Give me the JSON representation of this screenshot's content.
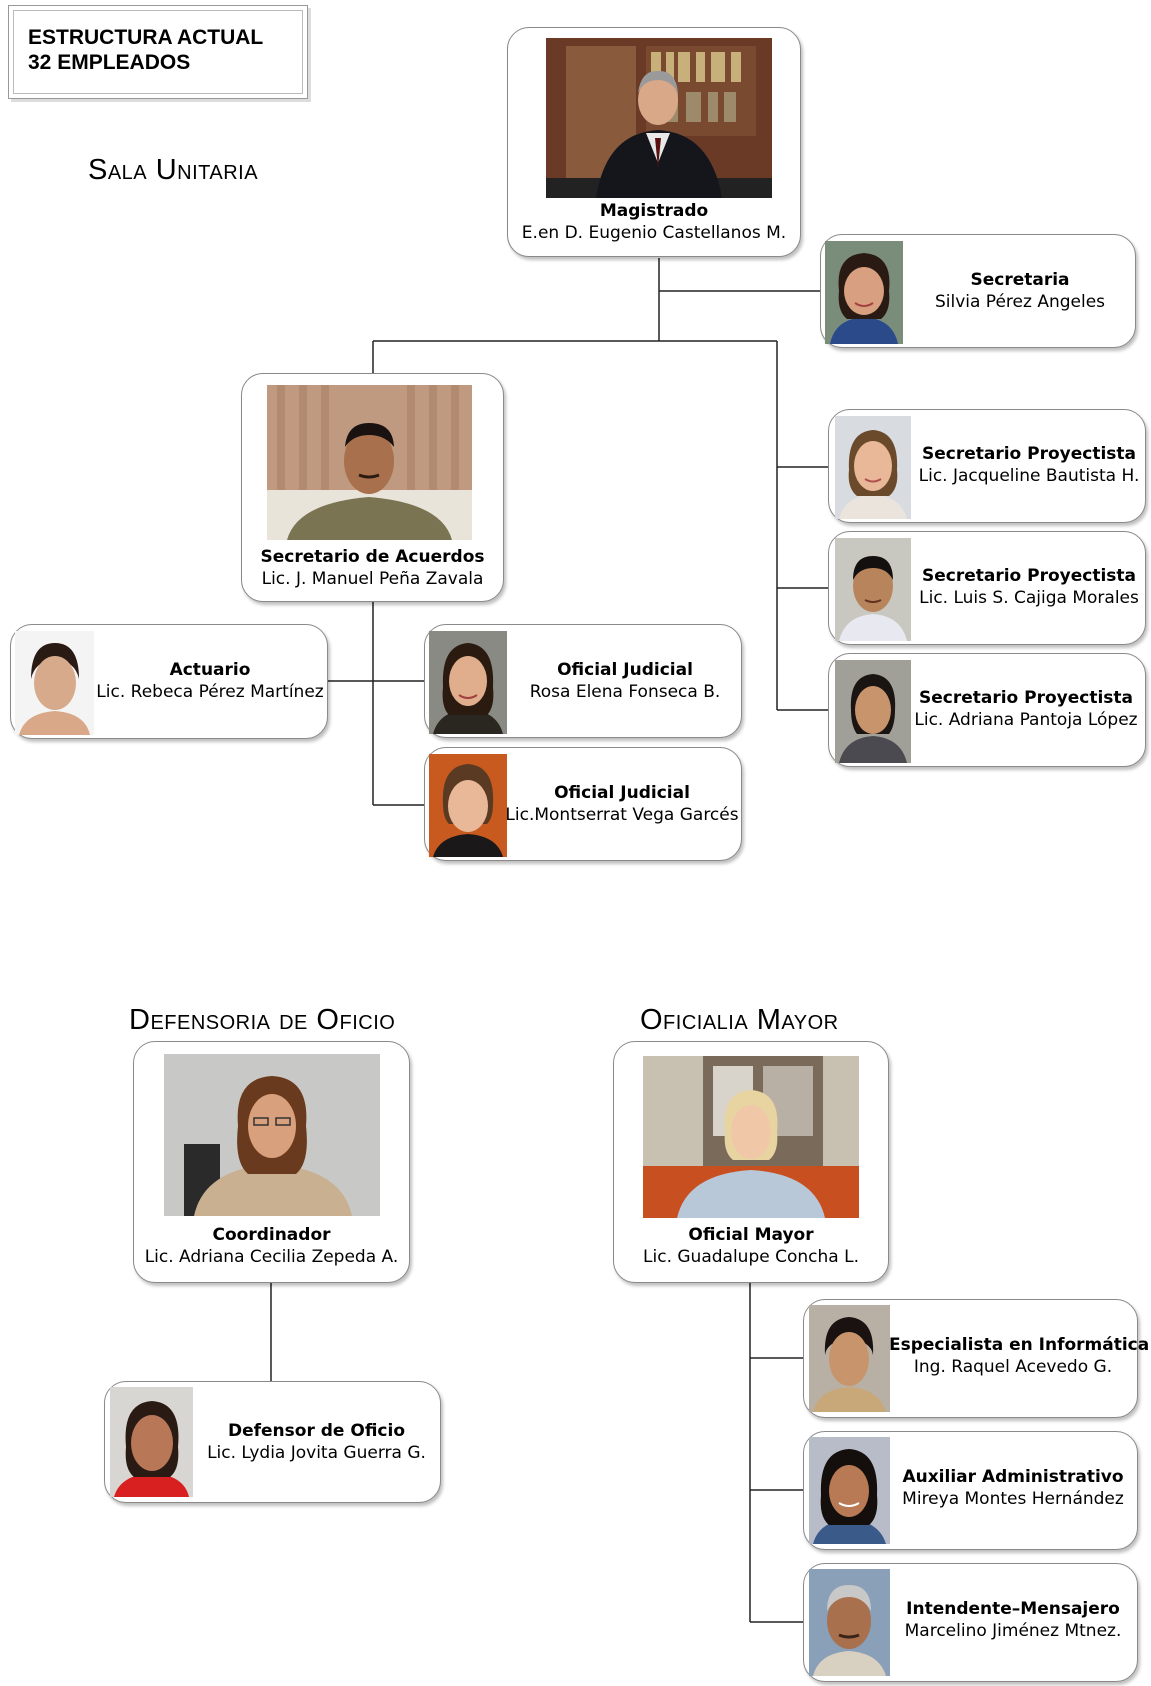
{
  "header": {
    "line1": "ESTRUCTURA ACTUAL",
    "line2": "32 EMPLEADOS"
  },
  "sections": {
    "sala": "Sala Unitaria",
    "defensoria": "Defensoria de Oficio",
    "oficialia": "Oficialia Mayor"
  },
  "cards": {
    "magistrado": {
      "role": "Magistrado",
      "name": "E.en D. Eugenio Castellanos M."
    },
    "secretaria": {
      "role": "Secretaria",
      "name": "Silvia Pérez Angeles"
    },
    "acuerdos": {
      "role": "Secretario de Acuerdos",
      "name": "Lic. J. Manuel Peña Zavala"
    },
    "proy1": {
      "role": "Secretario Proyectista",
      "name": "Lic. Jacqueline Bautista H."
    },
    "proy2": {
      "role": "Secretario Proyectista",
      "name": "Lic. Luis S. Cajiga Morales"
    },
    "proy3": {
      "role": "Secretario Proyectista",
      "name": "Lic. Adriana Pantoja López"
    },
    "actuario": {
      "role": "Actuario",
      "name": "Lic. Rebeca Pérez Martínez"
    },
    "oficial1": {
      "role": "Oficial Judicial",
      "name": "Rosa Elena Fonseca B."
    },
    "oficial2": {
      "role": "Oficial Judicial",
      "name": "Lic.Montserrat Vega Garcés"
    },
    "coordinador": {
      "role": "Coordinador",
      "name": "Lic. Adriana Cecilia Zepeda A."
    },
    "defensor": {
      "role": "Defensor de Oficio",
      "name": "Lic. Lydia Jovita Guerra G."
    },
    "oficialmayor": {
      "role": "Oficial Mayor",
      "name": "Lic. Guadalupe Concha L."
    },
    "informatica": {
      "role": "Especialista en Informática",
      "name": "Ing. Raquel Acevedo G."
    },
    "auxiliar": {
      "role": "Auxiliar Administrativo",
      "name": "Mireya Montes Hernández"
    },
    "intendente": {
      "role": "Intendente–Mensajero",
      "name": "Marcelino Jiménez Mtnez."
    }
  },
  "colors": {
    "line": "#222222",
    "border": "#8a8a8a"
  }
}
